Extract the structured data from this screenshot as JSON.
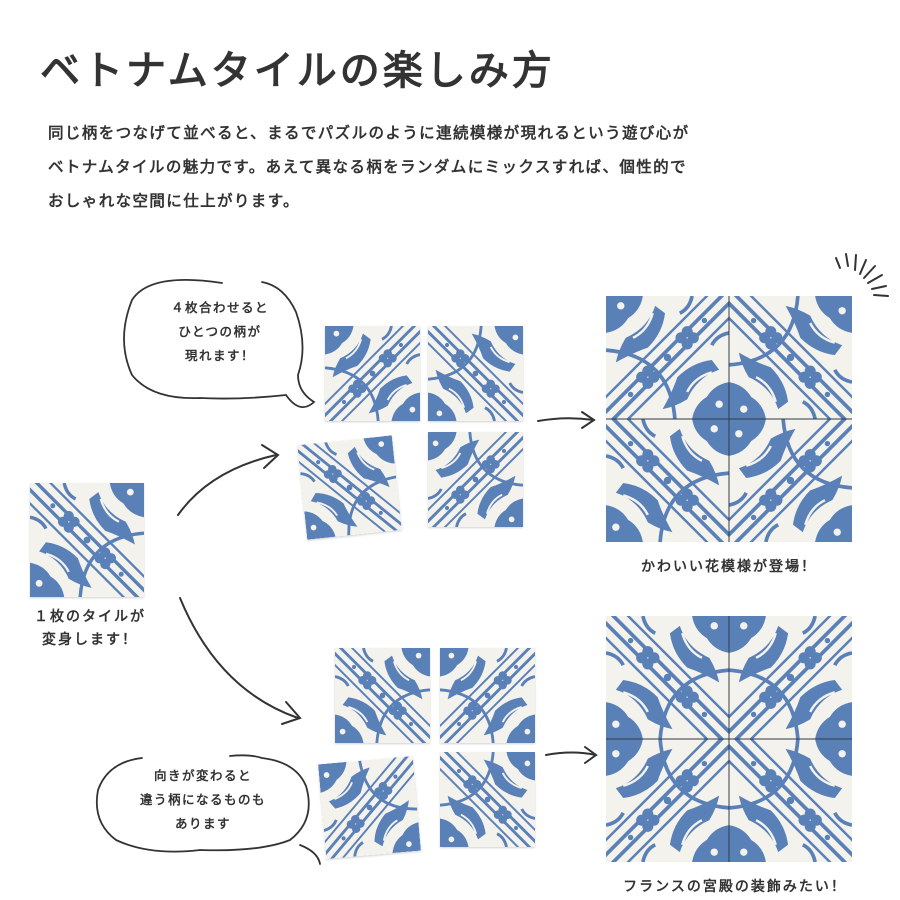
{
  "title": "ベトナムタイルの楽しみ方",
  "intro": [
    "同じ柄をつなげて並べると、まるでパズルのように連続模様が現れるという遊び心が",
    "ベトナムタイルの魅力です。あえて異なる柄をランダムにミックスすれば、個性的で",
    "おしゃれな空間に仕上がります。"
  ],
  "single_tile_caption": [
    "１枚のタイルが",
    "変身します！"
  ],
  "bubble_top": [
    "４枚合わせると",
    "ひとつの柄が",
    "現れます！"
  ],
  "bubble_bottom": [
    "向きが変わると",
    "違う柄になるものも",
    "あります"
  ],
  "result_top_caption": "かわいい花模様が登場！",
  "result_bottom_caption": "フランスの宮殿の装飾みたい！",
  "colors": {
    "tile_blue": "#5a80b8",
    "tile_bg": "#f4f2ec",
    "ink": "#333333"
  }
}
